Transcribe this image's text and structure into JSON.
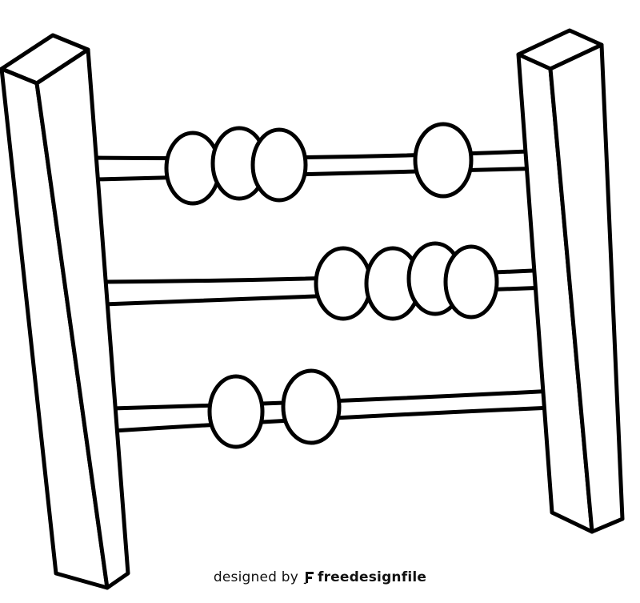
{
  "illustration": {
    "subject": "abacus",
    "line_color": "#000000",
    "fill_color": "#ffffff",
    "rods": [
      {
        "beads": 4
      },
      {
        "beads": 4
      },
      {
        "beads": 2
      }
    ]
  },
  "credit": {
    "prefix": "designed by",
    "brand": "freedesignfile",
    "logo_icon": "freedesignfile-logo-icon"
  }
}
